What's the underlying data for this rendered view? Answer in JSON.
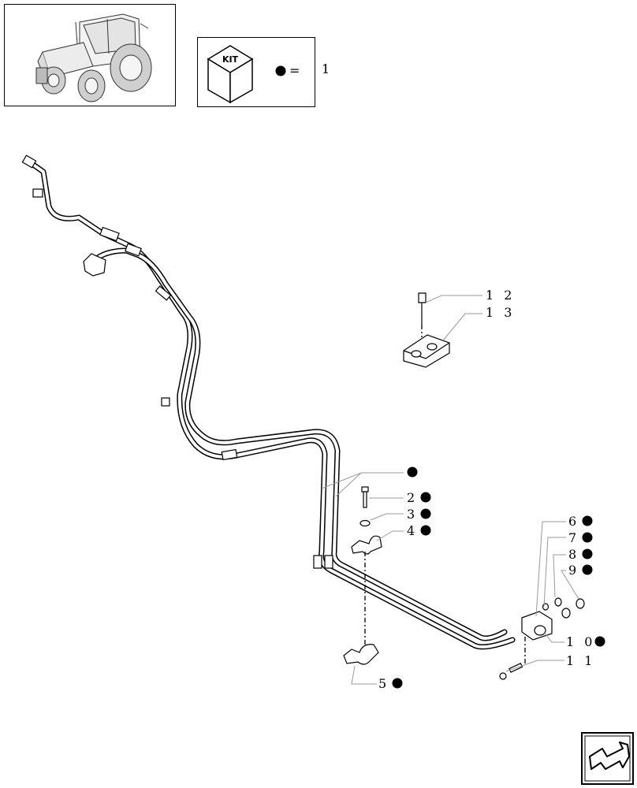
{
  "kit_legend": {
    "badge_text": "KIT",
    "equals": "=",
    "value": "1"
  },
  "callouts": [
    {
      "id": "c12",
      "text": "1 2",
      "dot": false
    },
    {
      "id": "c13",
      "text": "1 3",
      "dot": false
    },
    {
      "id": "c1",
      "text": "",
      "dot": true
    },
    {
      "id": "c2",
      "text": "2",
      "dot": true
    },
    {
      "id": "c3",
      "text": "3",
      "dot": true
    },
    {
      "id": "c4",
      "text": "4",
      "dot": true
    },
    {
      "id": "c5",
      "text": "5",
      "dot": true
    },
    {
      "id": "c6",
      "text": "6",
      "dot": true
    },
    {
      "id": "c7",
      "text": "7",
      "dot": true
    },
    {
      "id": "c8",
      "text": "8",
      "dot": true
    },
    {
      "id": "c9",
      "text": "9",
      "dot": true
    },
    {
      "id": "c10",
      "text": "1 0",
      "dot": true
    },
    {
      "id": "c11",
      "text": "1 1",
      "dot": false
    }
  ],
  "icons": {
    "tractor": "tractor-thumbnail-icon",
    "kit": "kit-box-icon",
    "nav": "next-page-arrow-icon"
  }
}
